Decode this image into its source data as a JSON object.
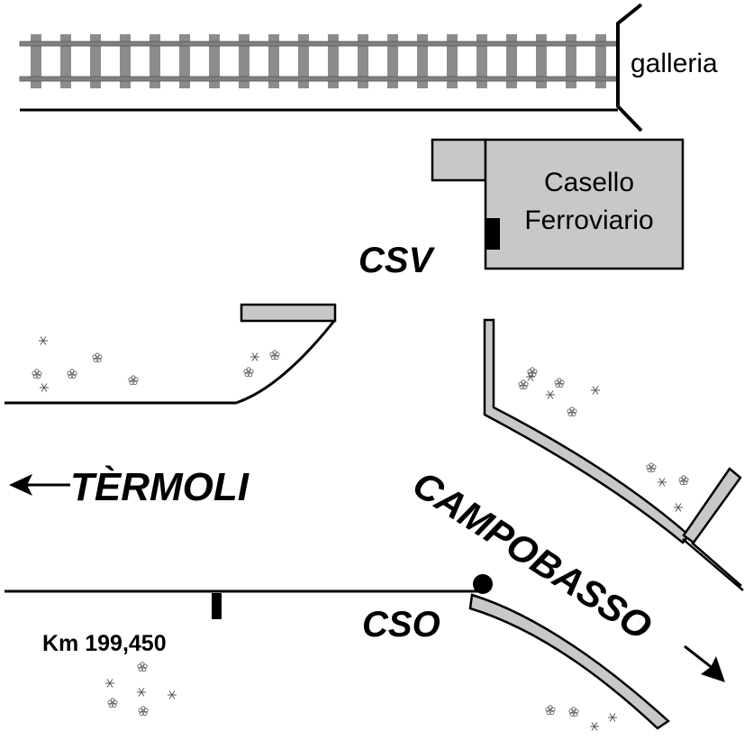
{
  "labels": {
    "tunnel": "galleria",
    "house_line1": "Casello",
    "house_line2": "Ferroviario",
    "csv": "CSV",
    "cso": "CSO",
    "termoli": "TÈRMOLI",
    "campobasso": "CAMPOBASSO",
    "km_marker": "Km 199,450"
  },
  "colors": {
    "line": "#000000",
    "fill_grey": "#c8c8c8",
    "rail": "#808080",
    "sleeper": "#8c8c8c"
  },
  "icons": {
    "flowers": "flower-icon",
    "arrow_left": "arrow-left-icon",
    "arrow_down_right": "arrow-down-right-icon"
  }
}
